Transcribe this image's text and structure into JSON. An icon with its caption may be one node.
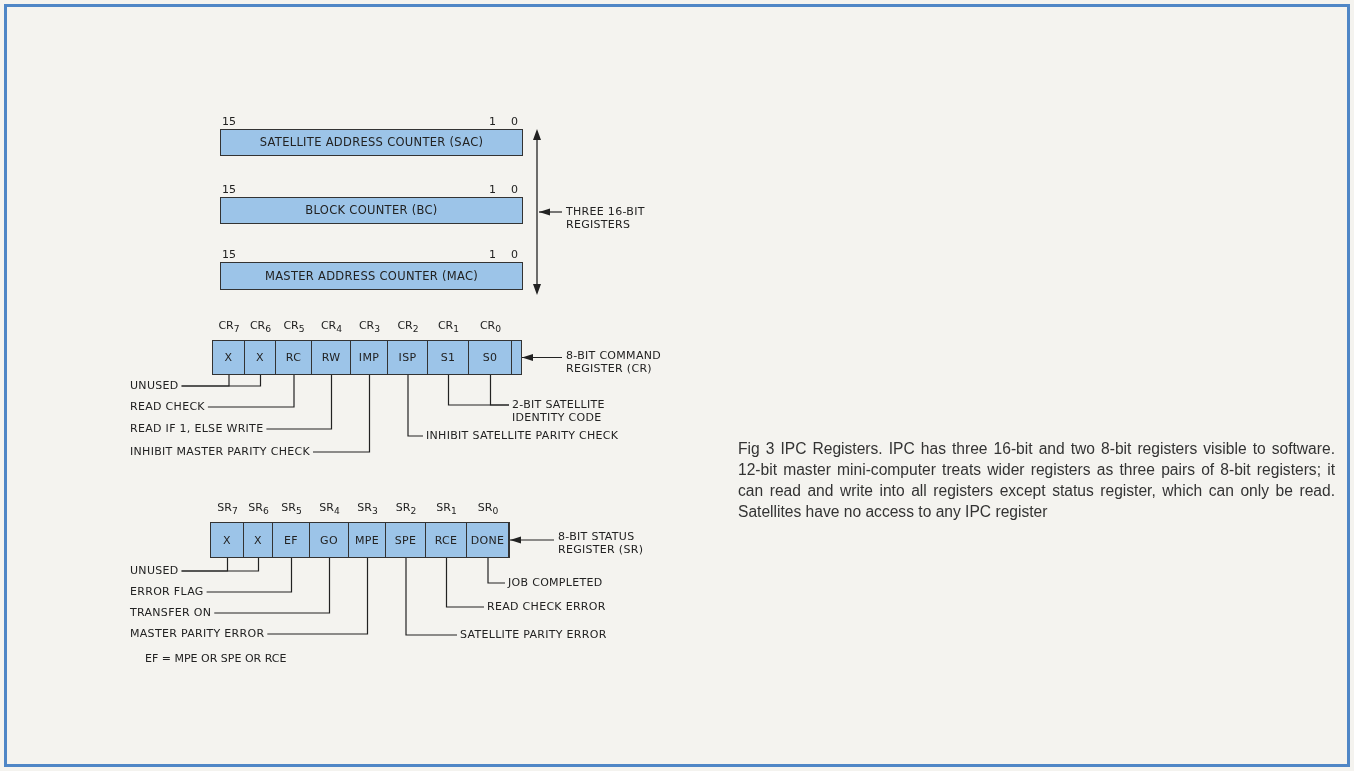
{
  "diagram": {
    "caption": "Fig 3 IPC Registers. IPC has three 16-bit and two 8-bit registers visible to software. 12-bit master mini-computer treats wider registers as three pairs of 8-bit registers; it can read and write into all registers except status register, which can only be read. Satellites have no access to any IPC register",
    "nodes": [
      {
        "text": [
          "SATELLITE ADDRESS COUNTER (SAC)"
        ],
        "beside": [
          "15",
          "1",
          "0"
        ]
      },
      {
        "text": [
          "BLOCK COUNTER (BC)"
        ],
        "beside": [
          "15",
          "1",
          "0"
        ]
      },
      {
        "text": [
          "MASTER ADDRESS COUNTER (MAC)"
        ],
        "beside": [
          "15",
          "1",
          "0"
        ]
      },
      {
        "text": [
          "THREE 16-BIT REGISTERS"
        ]
      },
      {
        "text": [],
        "shape": "box"
      },
      {
        "text": [
          "X"
        ],
        "in": 4,
        "beside": [
          "CR$_{7}$"
        ]
      },
      {
        "text": [
          "X"
        ],
        "in": 4,
        "beside": [
          "CR$_{6}$"
        ]
      },
      {
        "text": [
          "RC"
        ],
        "in": 4,
        "beside": [
          "CR$_{5}$"
        ]
      },
      {
        "text": [
          "RW"
        ],
        "in": 4,
        "beside": [
          "CR$_{4}$"
        ]
      },
      {
        "text": [
          "IMP"
        ],
        "in": 4,
        "beside": [
          "CR$_{3}$"
        ]
      },
      {
        "text": [
          "ISP"
        ],
        "in": 4,
        "beside": [
          "CR$_{2}$"
        ]
      },
      {
        "text": [
          "S1"
        ],
        "in": 4,
        "beside": [
          "CR$_{1}$"
        ]
      },
      {
        "text": [
          "S0"
        ],
        "in": 4,
        "beside": [
          "CR$_{0}$"
        ]
      },
      {
        "text": [
          "8-BIT COMMAND REGISTER (CR)"
        ]
      },
      {
        "text": [
          "UNUSED"
        ]
      },
      {
        "text": [
          "READ CHECK"
        ]
      },
      {
        "text": [
          "READ IF 1, ELSE WRITE"
        ]
      },
      {
        "text": [
          "INHIBIT MASTER PARITY CHECK"
        ]
      },
      {
        "text": [
          "INHIBIT SATELLITE PARITY CHECK"
        ]
      },
      {
        "text": [
          "2-BIT SATELLITE IDENTITY CODE"
        ]
      },
      {
        "text": [],
        "shape": "box"
      },
      {
        "text": [
          "X"
        ],
        "in": 20,
        "beside": [
          "SR$_{7}$"
        ]
      },
      {
        "text": [
          "X"
        ],
        "in": 20,
        "beside": [
          "SR$_{6}$"
        ]
      },
      {
        "text": [
          "EF"
        ],
        "in": 20,
        "beside": [
          "SR$_{5}$"
        ]
      },
      {
        "text": [
          "GO"
        ],
        "in": 20,
        "beside": [
          "SR$_{4}$"
        ]
      },
      {
        "text": [
          "MPE"
        ],
        "in": 20,
        "beside": [
          "SR$_{3}$"
        ]
      },
      {
        "text": [
          "SPE"
        ],
        "in": 20,
        "beside": [
          "SR$_{2}$"
        ]
      },
      {
        "text": [
          "RCE"
        ],
        "in": 20,
        "beside": [
          "SR$_{1}$"
        ]
      },
      {
        "text": [
          "DONE"
        ],
        "in": 20,
        "beside": [
          "SR$_{0}$"
        ]
      },
      {
        "text": [
          "8-BIT STATUS REGISTER (SR)"
        ]
      },
      {
        "text": [
          "UNUSED"
        ]
      },
      {
        "text": [
          "ERROR FLAG"
        ]
      },
      {
        "text": [
          "TRANSFER ON"
        ]
      },
      {
        "text": [
          "MASTER PARITY ERROR"
        ]
      },
      {
        "text": [
          "JOB COMPLETED"
        ]
      },
      {
        "text": [
          "READ CHECK ERROR"
        ]
      },
      {
        "text": [
          "SATELLITE PARITY ERROR"
        ]
      },
      {
        "text": [],
        "shape": "bar"
      }
    ],
    "edges": [
      {
        "from": 3,
        "to": 37,
        "arrow": "to"
      },
      {
        "from": 13,
        "to": 4,
        "arrow": "to"
      },
      {
        "from": 14,
        "to": 5,
        "arrow": "none"
      },
      {
        "from": 14,
        "to": 6,
        "arrow": "none"
      },
      {
        "from": 15,
        "to": 7,
        "arrow": "none"
      },
      {
        "from": 16,
        "to": 8,
        "arrow": "none"
      },
      {
        "from": 17,
        "to": 9,
        "arrow": "none"
      },
      {
        "from": 18,
        "to": 10,
        "arrow": "none"
      },
      {
        "from": 19,
        "to": 11,
        "arrow": "none"
      },
      {
        "from": 19,
        "to": 12,
        "arrow": "none"
      },
      {
        "from": 29,
        "to": 20,
        "arrow": "to"
      },
      {
        "from": 30,
        "to": 21,
        "arrow": "none"
      },
      {
        "from": 30,
        "to": 22,
        "arrow": "none"
      },
      {
        "from": 31,
        "to": 23,
        "arrow": "none"
      },
      {
        "from": 32,
        "to": 24,
        "arrow": "none"
      },
      {
        "from": 33,
        "to": 25,
        "arrow": "none"
      },
      {
        "from": 36,
        "to": 26,
        "arrow": "none"
      },
      {
        "from": 35,
        "to": 27,
        "arrow": "none"
      },
      {
        "from": 34,
        "to": 28,
        "arrow": "none"
      }
    ],
    "labels": [
      "EF = MPE OR SPE OR RCE"
    ]
  }
}
